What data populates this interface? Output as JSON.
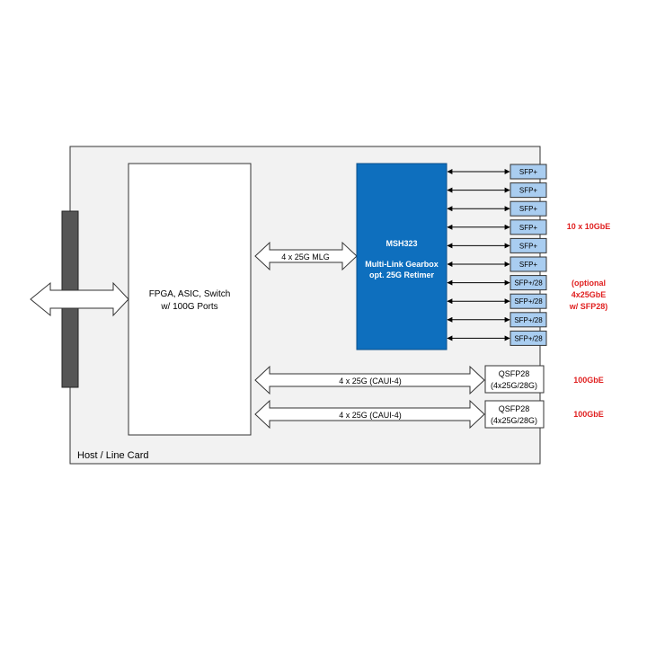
{
  "card": {
    "label": "Host / Line Card"
  },
  "fpga": {
    "line1": "FPGA, ASIC, Switch",
    "line2": "w/ 100G Ports"
  },
  "gearbox": {
    "name": "MSH323",
    "line1": "Multi-Link Gearbox",
    "line2": "opt. 25G Retimer"
  },
  "link_mlg": "4 x 25G MLG",
  "caui_links": [
    "4 x 25G (CAUI-4)",
    "4 x 25G (CAUI-4)"
  ],
  "sfp_ports": [
    "SFP+",
    "SFP+",
    "SFP+",
    "SFP+",
    "SFP+",
    "SFP+",
    "SFP+/28",
    "SFP+/28",
    "SFP+/28",
    "SFP+/28"
  ],
  "qsfp_ports": [
    {
      "line1": "QSFP28",
      "line2": "(4x25G/28G)"
    },
    {
      "line1": "QSFP28",
      "line2": "(4x25G/28G)"
    }
  ],
  "side_labels": {
    "sfp_group": "10 x 10GbE",
    "optional": [
      "(optional",
      "4x25GbE",
      "w/ SFP28)"
    ],
    "qsfp1": "100GbE",
    "qsfp2": "100GbE"
  },
  "colors": {
    "gearbox": "#0e6fbe",
    "sfp": "#a9cdf0",
    "side_label": "#e02020",
    "card_bg": "#f2f2f2",
    "connector": "#555555"
  }
}
